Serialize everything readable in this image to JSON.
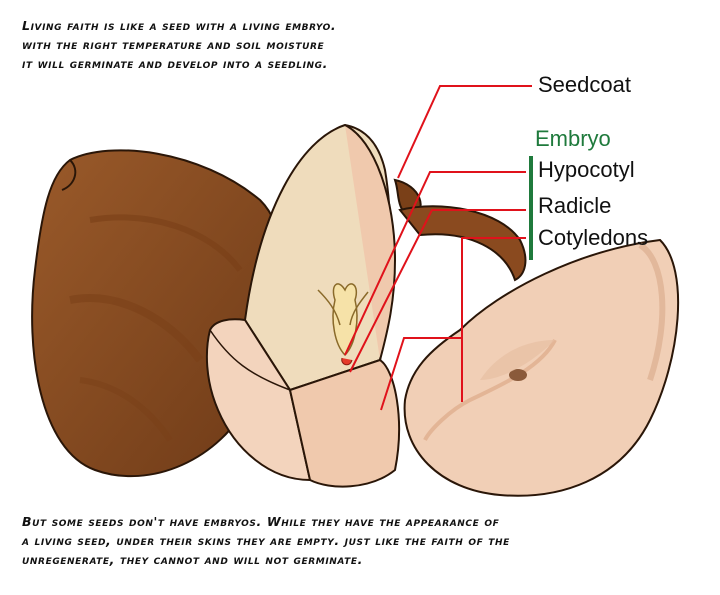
{
  "caption_top": [
    "Living faith is like a seed with a living embryo.",
    "with the right temperature and soil moisture",
    "it will germinate and develop into a seedling."
  ],
  "caption_bottom": [
    "But some seeds don't have embryos. While they have the appearance of",
    "a living seed, under their skins they are empty. just like the faith of the",
    "unregenerate, they cannot and will not germinate."
  ],
  "labels": {
    "seedcoat": "Seedcoat",
    "embryo": "Embryo",
    "hypocotyl": "Hypocotyl",
    "radicle": "Radicle",
    "cotyledons": "Cotyledons"
  },
  "colors": {
    "leader_line": "#e0121b",
    "embryo_group": "#1f7a3c",
    "seedcoat_brown": "#8a4a1f",
    "cotyledon_tan": "#f1cfb6"
  }
}
